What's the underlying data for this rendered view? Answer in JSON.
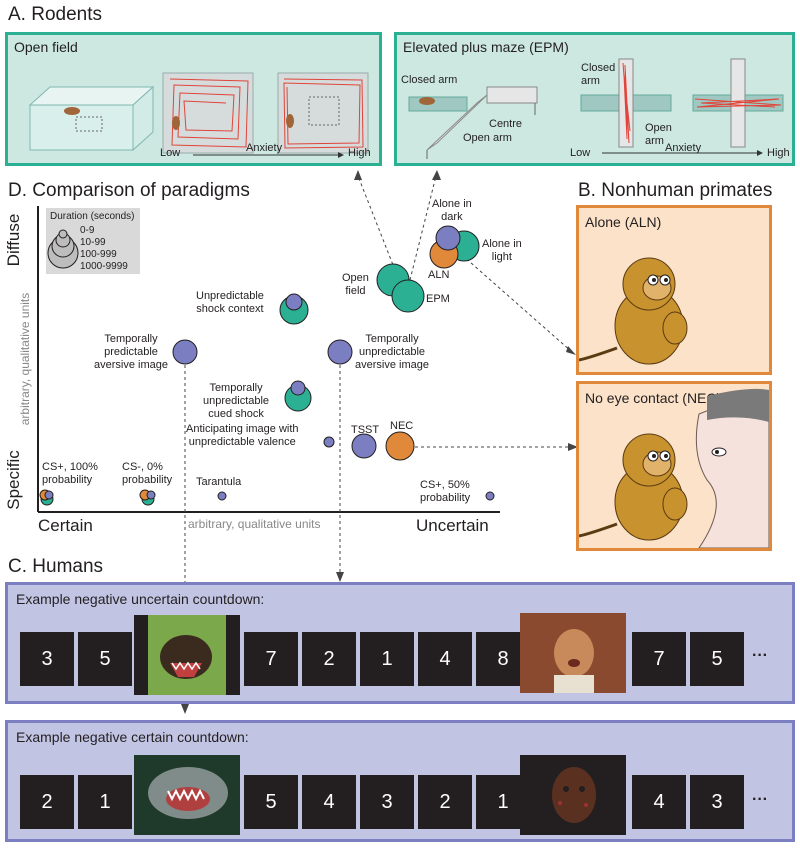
{
  "sections": {
    "a": "A. Rodents",
    "b": "B. Nonhuman primates",
    "c": "C. Humans",
    "d": "D. Comparison of paradigms"
  },
  "rodents": {
    "open_field": {
      "title": "Open field",
      "low": "Low",
      "anxiety": "Anxiety",
      "high": "High"
    },
    "epm": {
      "title": "Elevated plus maze (EPM)",
      "closed_arm": "Closed arm",
      "centre": "Centre",
      "open_arm": "Open arm",
      "closed_arm_top": "Closed arm",
      "open_arm_top": "Open arm",
      "low": "Low",
      "anxiety": "Anxiety",
      "high": "High"
    }
  },
  "primates": {
    "alone": "Alone (ALN)",
    "nec": "No eye contact (NEC)"
  },
  "comparison": {
    "y_top": "Diffuse",
    "y_bottom": "Specific",
    "y_mid": "arbitrary, qualitative units",
    "x_left": "Certain",
    "x_right": "Uncertain",
    "x_mid": "arbitrary, qualitative units",
    "legend_title": "Duration (seconds)",
    "legend_items": [
      "0-9",
      "10-99",
      "100-999",
      "1000-9999"
    ],
    "labels": {
      "alone_dark": "Alone in\ndark",
      "alone_light": "Alone in\nlight",
      "aln": "ALN",
      "open_field": "Open\nfield",
      "epm": "EPM",
      "shock_context": "Unpredictable\nshock context",
      "temp_pred": "Temporally\npredictable\naversive image",
      "temp_unpred_image": "Temporally\nunpredictable\naversive image",
      "temp_unpred_shock": "Temporally\nunpredictable\ncued shock",
      "anticipating": "Anticipating image with\nunpredictable valence",
      "tsst": "TSST",
      "nec": "NEC",
      "cs100": "CS+, 100%\nprobability",
      "cs0": "CS-, 0%\nprobability",
      "tarantula": "Tarantula",
      "cs50": "CS+, 50%\nprobability"
    }
  },
  "humans": {
    "uncertain_title": "Example negative uncertain countdown:",
    "uncertain_digits_a": [
      "3",
      "5"
    ],
    "uncertain_digits_b": [
      "7",
      "2",
      "1",
      "4",
      "8"
    ],
    "uncertain_digits_c": [
      "7",
      "5"
    ],
    "certain_title": "Example negative certain countdown:",
    "certain_digits_a": [
      "2",
      "1"
    ],
    "certain_digits_b": [
      "5",
      "4",
      "3",
      "2",
      "1"
    ],
    "certain_digits_c": [
      "4",
      "3"
    ],
    "ellipsis": "···"
  },
  "colors": {
    "teal": "#2bb094",
    "purple": "#7b7fc1",
    "orange": "#e0893a",
    "rodent_bg": "#cce8e0",
    "primate_bg": "#fbe2c8",
    "human_bg": "#c2c4e4"
  }
}
